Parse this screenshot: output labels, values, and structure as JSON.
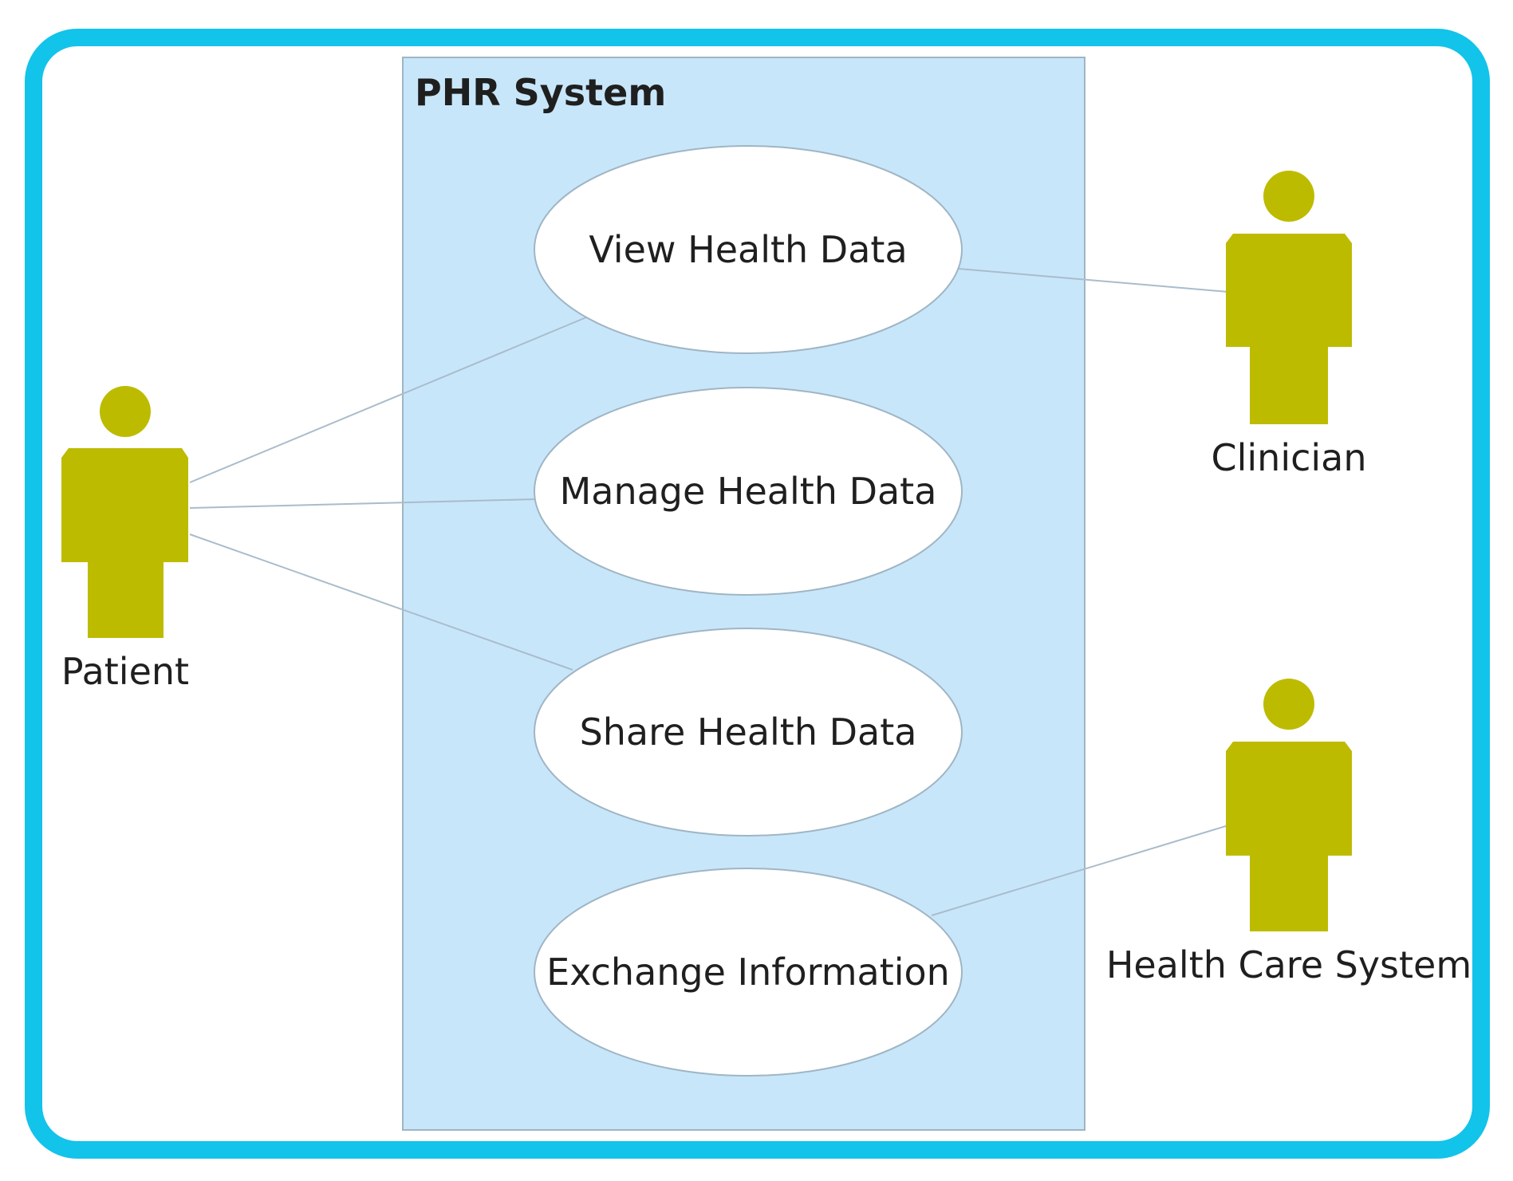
{
  "system": {
    "title": "PHR System"
  },
  "use_cases": {
    "view": "View Health Data",
    "manage": "Manage Health Data",
    "share": "Share Health Data",
    "exchange": "Exchange Information"
  },
  "actors": {
    "patient": "Patient",
    "clinician": "Clinician",
    "health_care_system": "Health Care System"
  },
  "colors": {
    "frame": "#12c3ea",
    "system_fill": "#c8e6fa",
    "actor": "#bdbb00",
    "ellipse_fill": "#ffffff",
    "connector": "#a9bccb"
  }
}
